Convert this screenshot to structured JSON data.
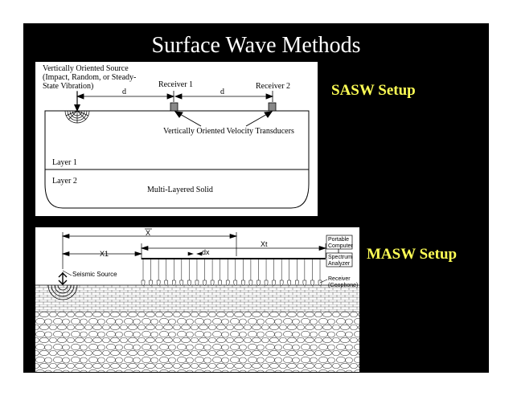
{
  "slide": {
    "title": "Surface Wave Methods",
    "background": "#000000",
    "title_color": "#ffffff",
    "label_color": "#ffff55"
  },
  "sasw": {
    "side_label": "SASW Setup",
    "source_label_lines": [
      "Vertically Oriented Source",
      "(Impact, Random, or Steady-",
      "State Vibration)"
    ],
    "receiver1": "Receiver 1",
    "receiver2": "Receiver 2",
    "spacing1": "d",
    "spacing2": "d",
    "transducers": "Vertically Oriented Velocity Transducers",
    "layer1": "Layer 1",
    "layer2": "Layer 2",
    "solid": "Multi-Layered Solid"
  },
  "masw": {
    "side_label": "MASW Setup",
    "x_bar": "X",
    "x1": "X1",
    "dx": "dx",
    "xt": "Xt",
    "seismic_source": "Seismic Source",
    "computer_lines": [
      "Portable",
      "Computer"
    ],
    "analyzer_lines": [
      "Spectrum",
      "Analyzer"
    ],
    "receiver_lines": [
      "Receiver",
      "(Geophone)"
    ]
  }
}
